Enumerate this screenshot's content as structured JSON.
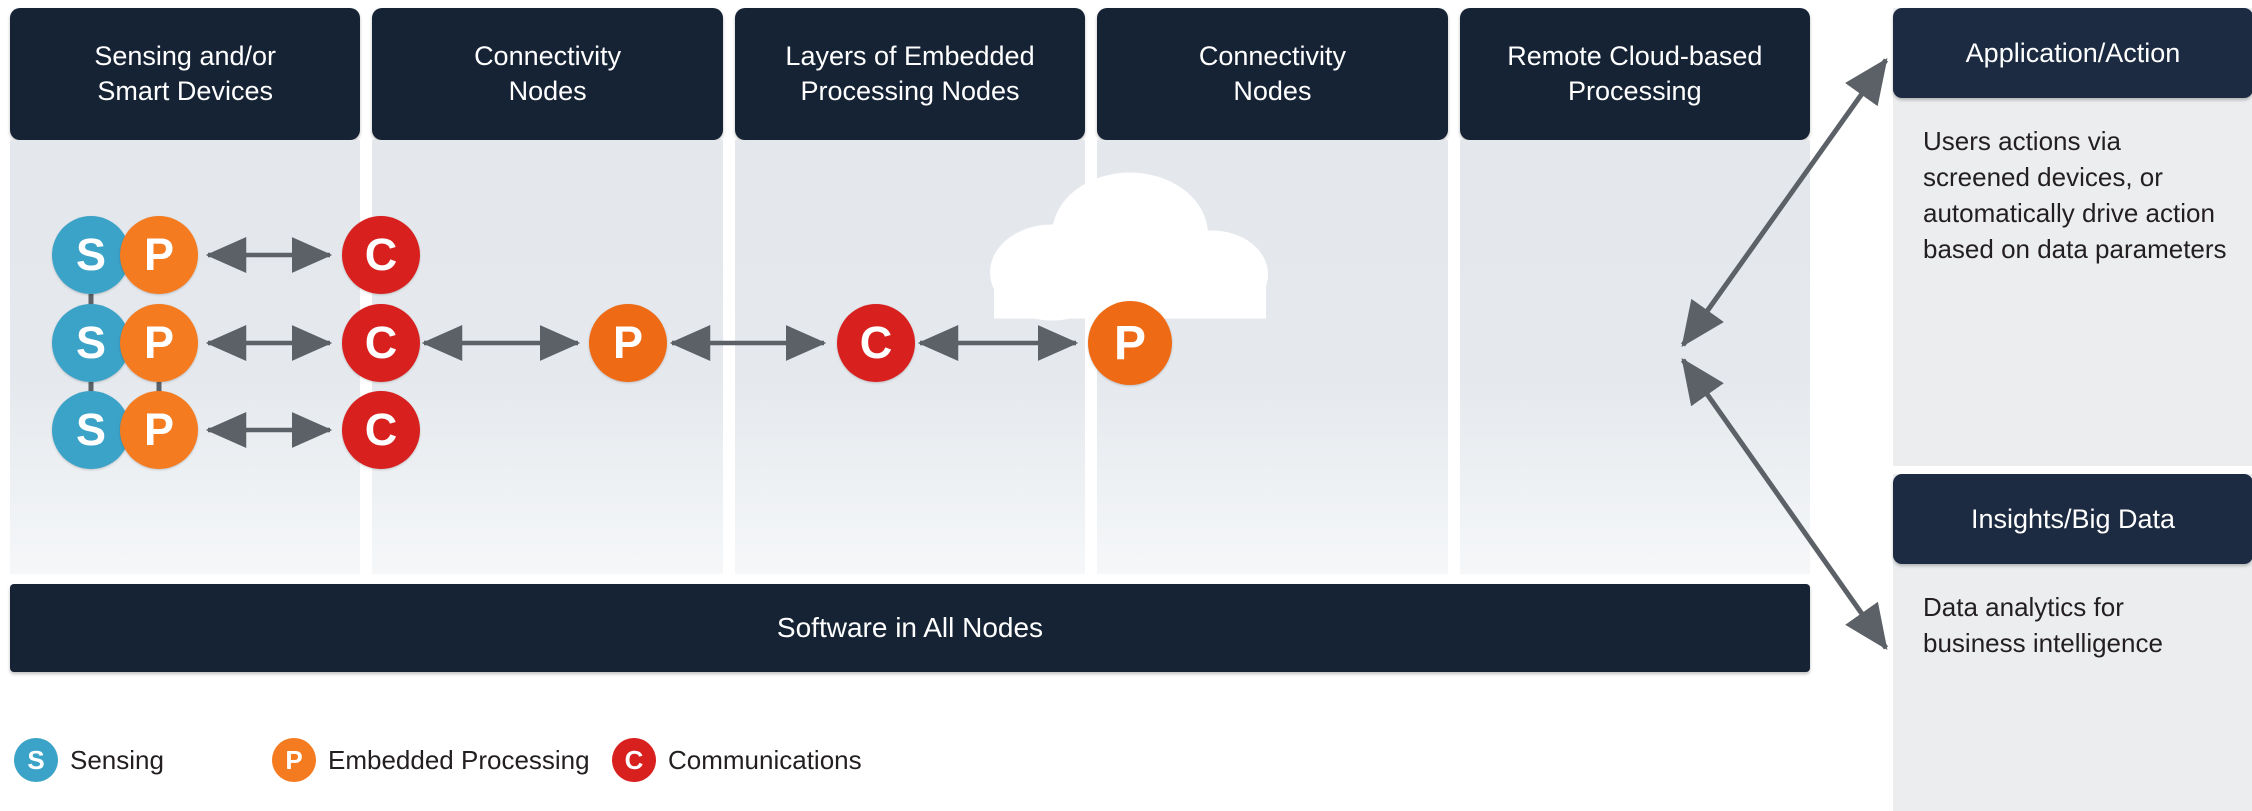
{
  "columns": [
    {
      "id": "sensing",
      "title": "Sensing and/or\nSmart Devices",
      "line1": "Sensing and/or",
      "line2": "Smart Devices"
    },
    {
      "id": "connectivity-1",
      "title": "Connectivity\nNodes",
      "line1": "Connectivity",
      "line2": "Nodes"
    },
    {
      "id": "embedded",
      "title": "Layers of Embedded\nProcessing Nodes",
      "line1": "Layers of Embedded",
      "line2": "Processing Nodes"
    },
    {
      "id": "connectivity-2",
      "title": "Connectivity\nNodes",
      "line1": "Connectivity",
      "line2": "Nodes"
    },
    {
      "id": "cloud",
      "title": "Remote Cloud-based\nProcessing",
      "line1": "Remote Cloud-based",
      "line2": "Processing"
    }
  ],
  "software_bar": {
    "label": "Software in All Nodes"
  },
  "nodes": {
    "sensing_column": [
      {
        "label": "S",
        "type": "sensing"
      },
      {
        "label": "S",
        "type": "sensing"
      },
      {
        "label": "S",
        "type": "sensing"
      }
    ],
    "processing_column": [
      {
        "label": "P",
        "type": "embedded-processing"
      },
      {
        "label": "P",
        "type": "embedded-processing"
      },
      {
        "label": "P",
        "type": "embedded-processing"
      }
    ],
    "communications_column": [
      {
        "label": "C",
        "type": "communications"
      },
      {
        "label": "C",
        "type": "communications"
      },
      {
        "label": "C",
        "type": "communications"
      }
    ],
    "embedded_mid": {
      "label": "P",
      "type": "embedded-processing"
    },
    "connectivity_mid": {
      "label": "C",
      "type": "communications"
    },
    "cloud_processing": {
      "label": "P",
      "type": "embedded-processing"
    }
  },
  "panels": [
    {
      "id": "application-action",
      "title": "Application/Action",
      "body": "Users actions via screened devices, or automatically drive action based on data parameters"
    },
    {
      "id": "insights-big-data",
      "title": "Insights/Big Data",
      "body": "Data analytics for business intelligence"
    }
  ],
  "legend": [
    {
      "symbol": "S",
      "label": "Sensing",
      "color": "#3ba3c7"
    },
    {
      "symbol": "P",
      "label": "Embedded Processing",
      "color": "#f47b20"
    },
    {
      "symbol": "C",
      "label": "Communications",
      "color": "#d8201f"
    }
  ],
  "colors": {
    "header_dark": "#152335",
    "panel_dark": "#1c2b41",
    "sensing": "#3ba3c7",
    "processing": "#f47b20",
    "communications": "#d8201f",
    "arrow": "#5b6166",
    "column_bg": "#e5e9ed",
    "panel_bg": "#ebedef",
    "cloud": "#ffffff",
    "text_dark": "#231f20"
  }
}
